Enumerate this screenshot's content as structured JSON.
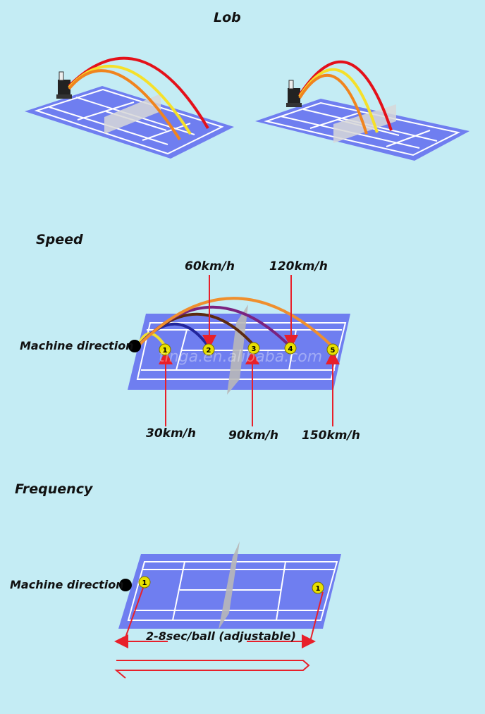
{
  "sections": {
    "lob": {
      "title": "Lob"
    },
    "speed": {
      "title": "Speed",
      "machine_direction": "Machine direction",
      "speeds": [
        "30km/h",
        "60km/h",
        "90km/h",
        "120km/h",
        "150km/h"
      ],
      "ball_numbers": [
        "1",
        "2",
        "3",
        "4",
        "5"
      ]
    },
    "frequency": {
      "title": "Frequency",
      "machine_direction": "Machine direction",
      "ball_number": "1",
      "interval_label": "2-8sec/ball (adjustable)"
    }
  },
  "watermark": "tinga.en.alibaba.com",
  "colors": {
    "background": "#c4ecf4",
    "court": "#6f7ef0",
    "arrow": "#e8202a",
    "ball": "#e8e000"
  }
}
